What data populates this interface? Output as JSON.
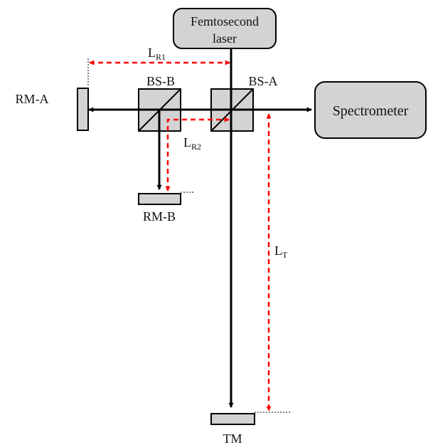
{
  "diagram": {
    "laser": {
      "line1": "Femtosecond",
      "line2": "laser"
    },
    "spectrometer": "Spectrometer",
    "beam_splitters": {
      "a": "BS-A",
      "b": "BS-B"
    },
    "mirrors": {
      "rm_a": "RM-A",
      "rm_b": "RM-B",
      "tm": "TM"
    },
    "distances": {
      "lr1": {
        "main": "L",
        "sub": "R1"
      },
      "lr2": {
        "main": "L",
        "sub": "R2"
      },
      "lt": {
        "main": "L",
        "sub": "T"
      }
    },
    "colors": {
      "component_fill": "#d3d3d3",
      "stroke": "#000000",
      "distance_arrow": "#ff0000"
    }
  }
}
